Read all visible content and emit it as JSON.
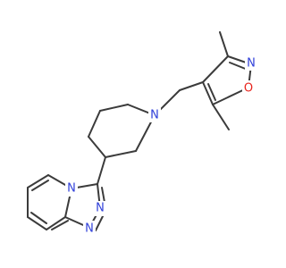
{
  "atoms": [
    {
      "id": "N_isox",
      "label": "N",
      "color": "#2f3fd9"
    },
    {
      "id": "O_isox",
      "label": "O",
      "color": "#e8231c"
    },
    {
      "id": "N_pip",
      "label": "N",
      "color": "#2f3fd9"
    },
    {
      "id": "N_bridge",
      "label": "N",
      "color": "#2f3fd9"
    },
    {
      "id": "N_tri_a",
      "label": "N",
      "color": "#2f3fd9"
    },
    {
      "id": "N_tri_b",
      "label": "N",
      "color": "#2f3fd9"
    }
  ]
}
